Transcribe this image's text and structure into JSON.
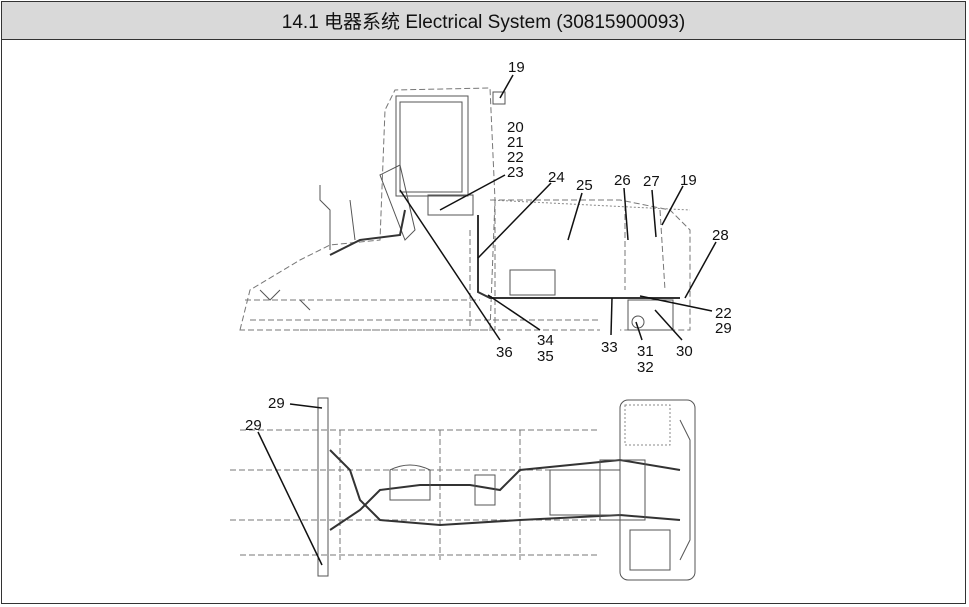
{
  "header": {
    "title": "14.1 电器系统 Electrical System (30815900093)"
  },
  "callouts": {
    "c19a": "19",
    "c20": "20",
    "c21": "21",
    "c22a": "22",
    "c23": "23",
    "c24": "24",
    "c25": "25",
    "c26": "26",
    "c27": "27",
    "c19b": "19",
    "c28": "28",
    "c22b": "22",
    "c29a": "29",
    "c30": "30",
    "c31": "31",
    "c32": "32",
    "c33": "33",
    "c34": "34",
    "c35": "35",
    "c36": "36",
    "c29b": "29",
    "c29c": "29"
  }
}
